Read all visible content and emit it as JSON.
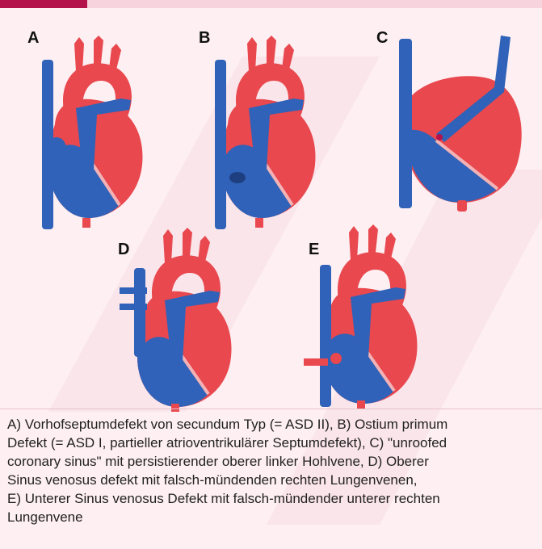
{
  "panels": [
    {
      "label": "A",
      "variant": "secundum"
    },
    {
      "label": "B",
      "variant": "primum"
    },
    {
      "label": "C",
      "variant": "unroofed"
    },
    {
      "label": "D",
      "variant": "sinus-superior"
    },
    {
      "label": "E",
      "variant": "sinus-inferior"
    }
  ],
  "caption": {
    "lines": [
      "A) Vorhofseptumdefekt von secundum Typ (= ASD II), B) Ostium primum",
      "Defekt (= ASD I, partieller atrioventrikulärer Septumdefekt), C) \"unroofed",
      "coronary sinus\" mit persistierender oberer linker Hohlvene, D) Oberer",
      "Sinus venosus defekt mit falsch-mündenden rechten Lungenvenen,",
      "E) Unterer Sinus venosus Defekt mit falsch-mündender unterer rechten",
      "Lungenvene"
    ]
  },
  "colors": {
    "brand": "#b3124a",
    "panel_bg": "#fdeff2",
    "artery_red": "#e8484e",
    "vein_blue": "#2f62b8"
  }
}
